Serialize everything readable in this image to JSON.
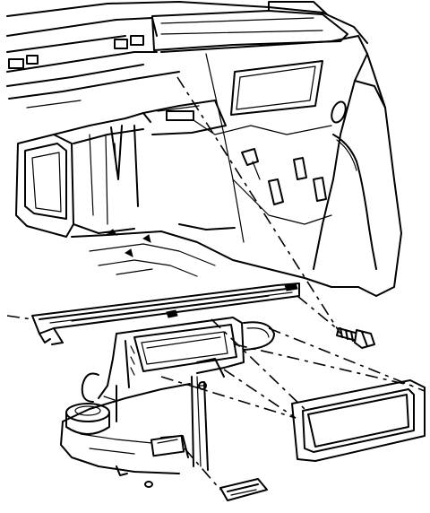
{
  "diagram": {
    "style": "black-and-white technical line drawing",
    "colors": {
      "ink": "#000000",
      "paper": "#ffffff"
    },
    "parts": [
      "instrument-panel",
      "heater-core-housing",
      "cowl-panel",
      "mounting-bolt",
      "duct-seal",
      "drain-clip"
    ]
  }
}
